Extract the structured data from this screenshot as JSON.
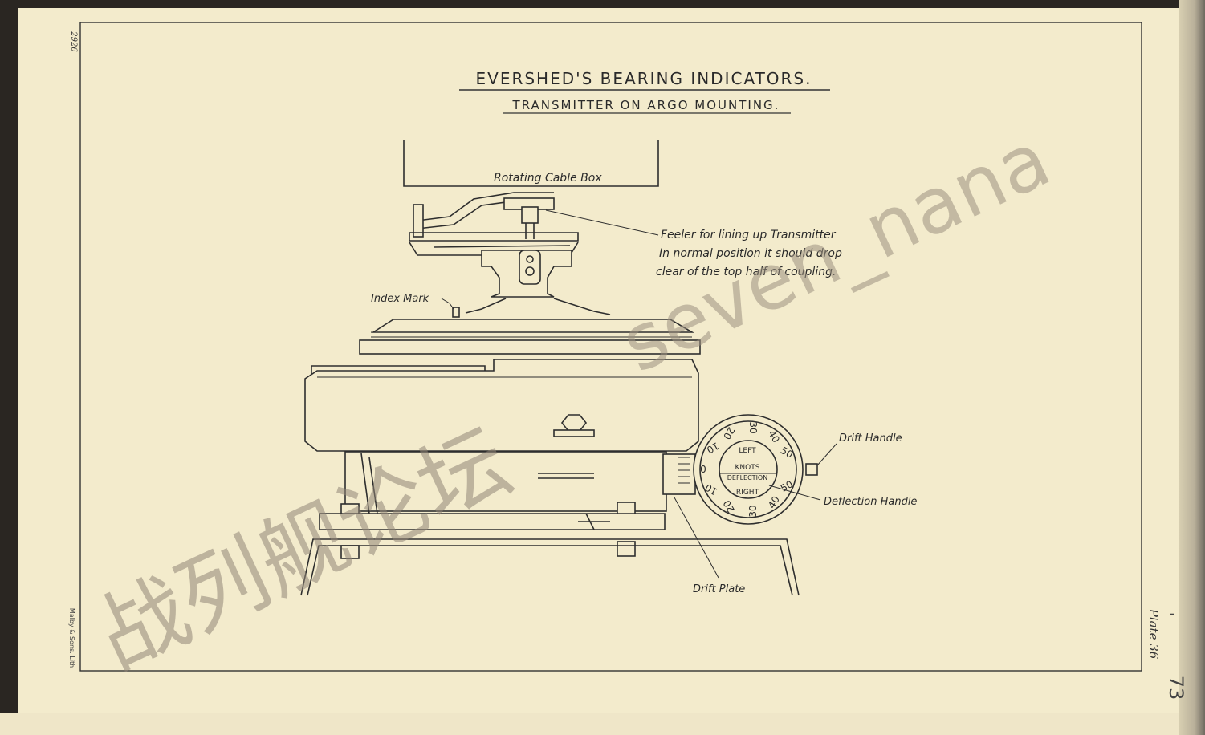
{
  "page": {
    "title": "EVERSHED'S BEARING INDICATORS.",
    "subtitle": "TRANSMITTER ON ARGO MOUNTING.",
    "corner_number": "2926",
    "printer": "Malby & Sons. Lith",
    "plate": "Plate 36",
    "page_number": "73",
    "dash": "-"
  },
  "labels": {
    "rotating_cable_box": "Rotating Cable Box",
    "feeler_line1": "Feeler for lining up Transmitter",
    "feeler_line2": "In normal position it should drop",
    "feeler_line3": "clear of the top half of coupling.",
    "index_mark": "Index Mark",
    "drift_handle": "Drift Handle",
    "deflection_handle": "Deflection Handle",
    "drift_plate": "Drift Plate"
  },
  "dial": {
    "left": "LEFT",
    "knots": "KNOTS",
    "deflection": "DEFLECTION",
    "right": "RIGHT",
    "n30a": "30",
    "n40a": "40",
    "n50a": "50",
    "n20a": "20",
    "n10a": "10",
    "n0": "0",
    "n50b": "50",
    "n40b": "40",
    "n30b": "30",
    "n20b": "20",
    "n10b": "10"
  },
  "watermark": {
    "latin": "seven_nana",
    "chinese": "战列舰论坛"
  }
}
